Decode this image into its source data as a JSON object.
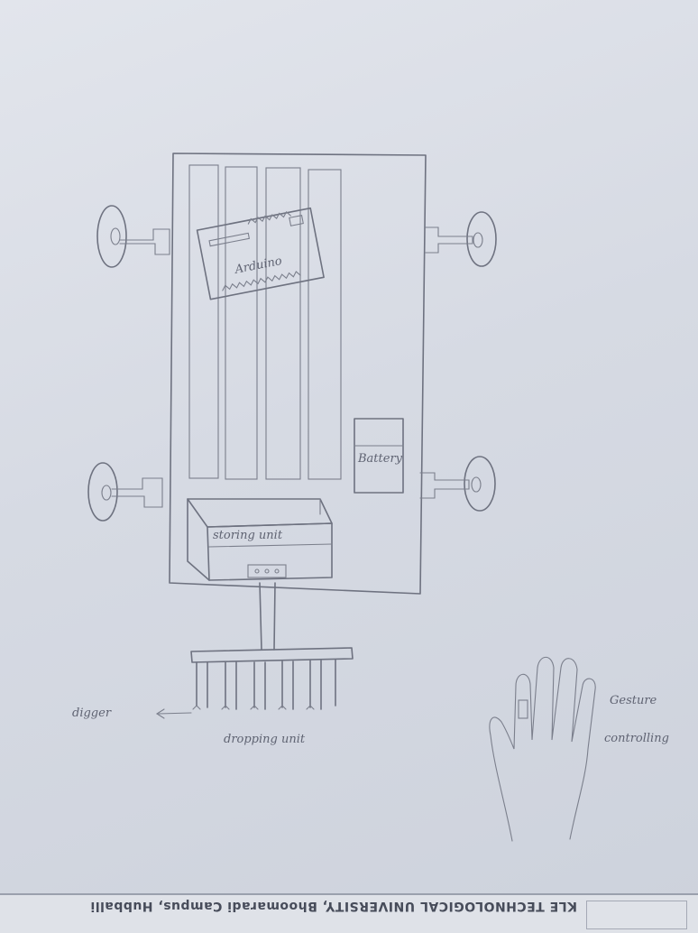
{
  "labels": {
    "arduino": "Arduino",
    "battery": "Battery",
    "storing_unit": "storing unit",
    "digger": "digger",
    "dropping_unit": "dropping unit",
    "gesture_line1": "Gesture",
    "gesture_line2": "controlling"
  },
  "footer": {
    "text": "KLE TECHNOLOGICAL UNIVERSITY, Bhoomaradi Campus, Hubballi"
  }
}
